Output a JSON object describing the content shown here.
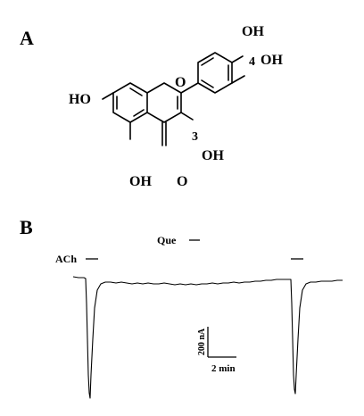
{
  "panel_a": {
    "letter": "A",
    "labels": {
      "oh_top": "OH",
      "num_4": "4",
      "oh_right": "OH",
      "ho_left": "HO",
      "ring_o": "O",
      "num_3": "3",
      "oh_c3": "OH",
      "oh_bottom": "OH",
      "carbonyl_o": "O"
    }
  },
  "panel_b": {
    "letter": "B",
    "labels": {
      "que": "Que",
      "ach": "ACh",
      "scale_y": "200 nA",
      "scale_x": "2 min"
    }
  }
}
